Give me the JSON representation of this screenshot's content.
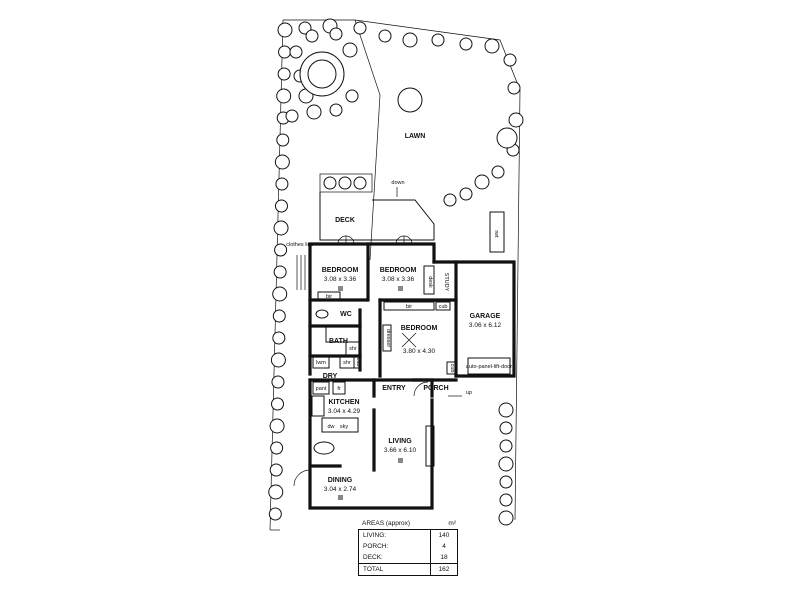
{
  "labels": {
    "lawn": "LAWN",
    "down": "down",
    "deck": "DECK",
    "rwt": "rwt",
    "clothes_line": "clothes line",
    "bedroom1": "BEDROOM",
    "bedroom1_dim": "3.08 x 3.36",
    "bedroom2": "BEDROOM",
    "bedroom2_dim": "3.08 x 3.36",
    "bedroom3": "BEDROOM",
    "bedroom3_dim": "3.80 x 4.30",
    "study": "STUDY",
    "desk": "desk",
    "bir1": "bir",
    "bir2": "bir",
    "cub1": "cub",
    "cub2": "cub",
    "cub3": "cub",
    "dresser": "dresser",
    "garage": "GARAGE",
    "garage_dim": "3.06 x 6.12",
    "garage_door": "auto-panel-lift-door",
    "wc": "WC",
    "bath": "BATH",
    "shr1": "shr",
    "shr2": "shr",
    "lwm": "lwm",
    "dry": "DRY",
    "entry": "ENTRY",
    "porch": "PORCH",
    "up": "up",
    "kitchen": "KITCHEN",
    "kitchen_dim": "3.04 x 4.29",
    "pant": "pant",
    "fr": "fr",
    "dw": "dw",
    "sky": "sky",
    "living": "LIVING",
    "living_dim": "3.66 x 6.10",
    "dining": "DINING",
    "dining_dim": "3.04 x 2.74"
  },
  "areas": {
    "heading": "AREAS (approx)",
    "unit": "m²",
    "rows": [
      {
        "label": "LIVING:",
        "value": "140"
      },
      {
        "label": "PORCH:",
        "value": "4"
      },
      {
        "label": "DECK:",
        "value": "18"
      }
    ],
    "total": {
      "label": "TOTAL",
      "value": "162"
    }
  }
}
